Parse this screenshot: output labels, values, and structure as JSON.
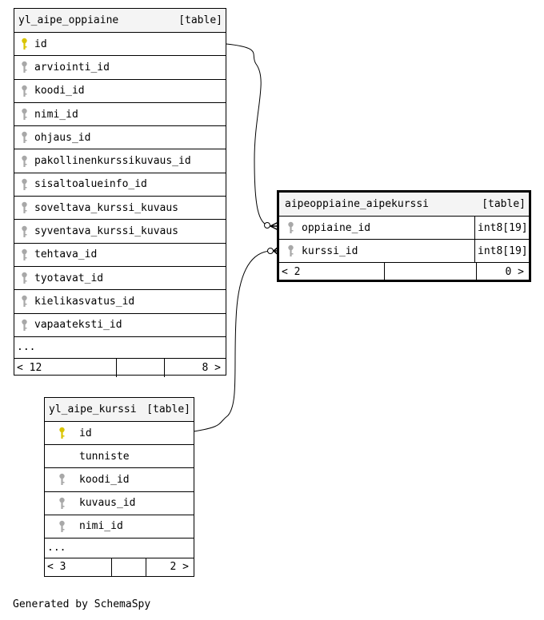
{
  "colors": {
    "primary_key": "#d9c400",
    "foreign_key": "#a8a8a8"
  },
  "tables": {
    "oppiaine": {
      "name": "yl_aipe_oppiaine",
      "kind": "[table]",
      "columns": [
        {
          "name": "id",
          "icon": "primary-key-icon"
        },
        {
          "name": "arviointi_id",
          "icon": "foreign-key-icon"
        },
        {
          "name": "koodi_id",
          "icon": "foreign-key-icon"
        },
        {
          "name": "nimi_id",
          "icon": "foreign-key-icon"
        },
        {
          "name": "ohjaus_id",
          "icon": "foreign-key-icon"
        },
        {
          "name": "pakollinenkurssikuvaus_id",
          "icon": "foreign-key-icon"
        },
        {
          "name": "sisaltoalueinfo_id",
          "icon": "foreign-key-icon"
        },
        {
          "name": "soveltava_kurssi_kuvaus",
          "icon": "foreign-key-icon"
        },
        {
          "name": "syventava_kurssi_kuvaus",
          "icon": "foreign-key-icon"
        },
        {
          "name": "tehtava_id",
          "icon": "foreign-key-icon"
        },
        {
          "name": "tyotavat_id",
          "icon": "foreign-key-icon"
        },
        {
          "name": "kielikasvatus_id",
          "icon": "foreign-key-icon"
        },
        {
          "name": "vapaateksti_id",
          "icon": "foreign-key-icon"
        }
      ],
      "more": "...",
      "footer_left": "< 12",
      "footer_right": "8 >"
    },
    "join": {
      "name": "aipeoppiaine_aipekurssi",
      "kind": "[table]",
      "columns": [
        {
          "name": "oppiaine_id",
          "type": "int8[19]",
          "icon": "foreign-key-icon"
        },
        {
          "name": "kurssi_id",
          "type": "int8[19]",
          "icon": "foreign-key-icon"
        }
      ],
      "footer_left": "< 2",
      "footer_right": "0 >"
    },
    "kurssi": {
      "name": "yl_aipe_kurssi",
      "kind": "[table]",
      "columns": [
        {
          "name": "id",
          "icon": "primary-key-icon"
        },
        {
          "name": "tunniste",
          "icon": ""
        },
        {
          "name": "koodi_id",
          "icon": "foreign-key-icon"
        },
        {
          "name": "kuvaus_id",
          "icon": "foreign-key-icon"
        },
        {
          "name": "nimi_id",
          "icon": "foreign-key-icon"
        }
      ],
      "more": "...",
      "footer_left": "< 3",
      "footer_right": "2 >"
    }
  },
  "credit": "Generated by SchemaSpy"
}
